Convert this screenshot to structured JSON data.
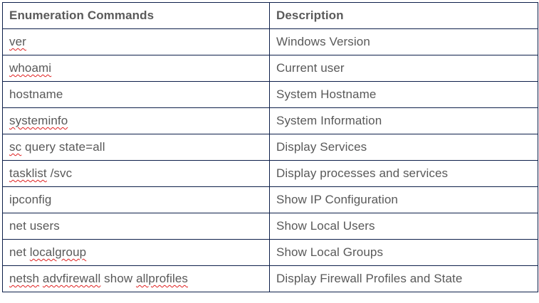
{
  "table": {
    "headers": {
      "command": "Enumeration Commands",
      "description": "Description"
    },
    "rows": [
      {
        "command": [
          {
            "text": "ver",
            "misspelled": true
          }
        ],
        "description": "Windows Version"
      },
      {
        "command": [
          {
            "text": "whoami",
            "misspelled": true
          }
        ],
        "description": "Current user"
      },
      {
        "command": [
          {
            "text": "hostname",
            "misspelled": false
          }
        ],
        "description": "System Hostname"
      },
      {
        "command": [
          {
            "text": "systeminfo",
            "misspelled": true
          }
        ],
        "description": "System Information"
      },
      {
        "command": [
          {
            "text": "sc",
            "misspelled": true
          },
          {
            "text": " query state=all",
            "misspelled": false
          }
        ],
        "description": "Display Services"
      },
      {
        "command": [
          {
            "text": "tasklist",
            "misspelled": true
          },
          {
            "text": " /svc",
            "misspelled": false
          }
        ],
        "description": "Display processes and services"
      },
      {
        "command": [
          {
            "text": "ipconfig",
            "misspelled": false
          }
        ],
        "description": "Show IP Configuration"
      },
      {
        "command": [
          {
            "text": "net users",
            "misspelled": false
          }
        ],
        "description": "Show Local Users"
      },
      {
        "command": [
          {
            "text": "net ",
            "misspelled": false
          },
          {
            "text": "localgroup",
            "misspelled": true
          }
        ],
        "description": "Show Local Groups"
      },
      {
        "command": [
          {
            "text": "netsh",
            "misspelled": true
          },
          {
            "text": " ",
            "misspelled": false
          },
          {
            "text": "advfirewall",
            "misspelled": true
          },
          {
            "text": " show ",
            "misspelled": false
          },
          {
            "text": "allprofiles",
            "misspelled": true
          }
        ],
        "description": "Display Firewall Profiles and State"
      }
    ]
  },
  "colors": {
    "border": "#0d1f4a",
    "text": "#595959",
    "spellcheck_underline": "#e02020"
  }
}
